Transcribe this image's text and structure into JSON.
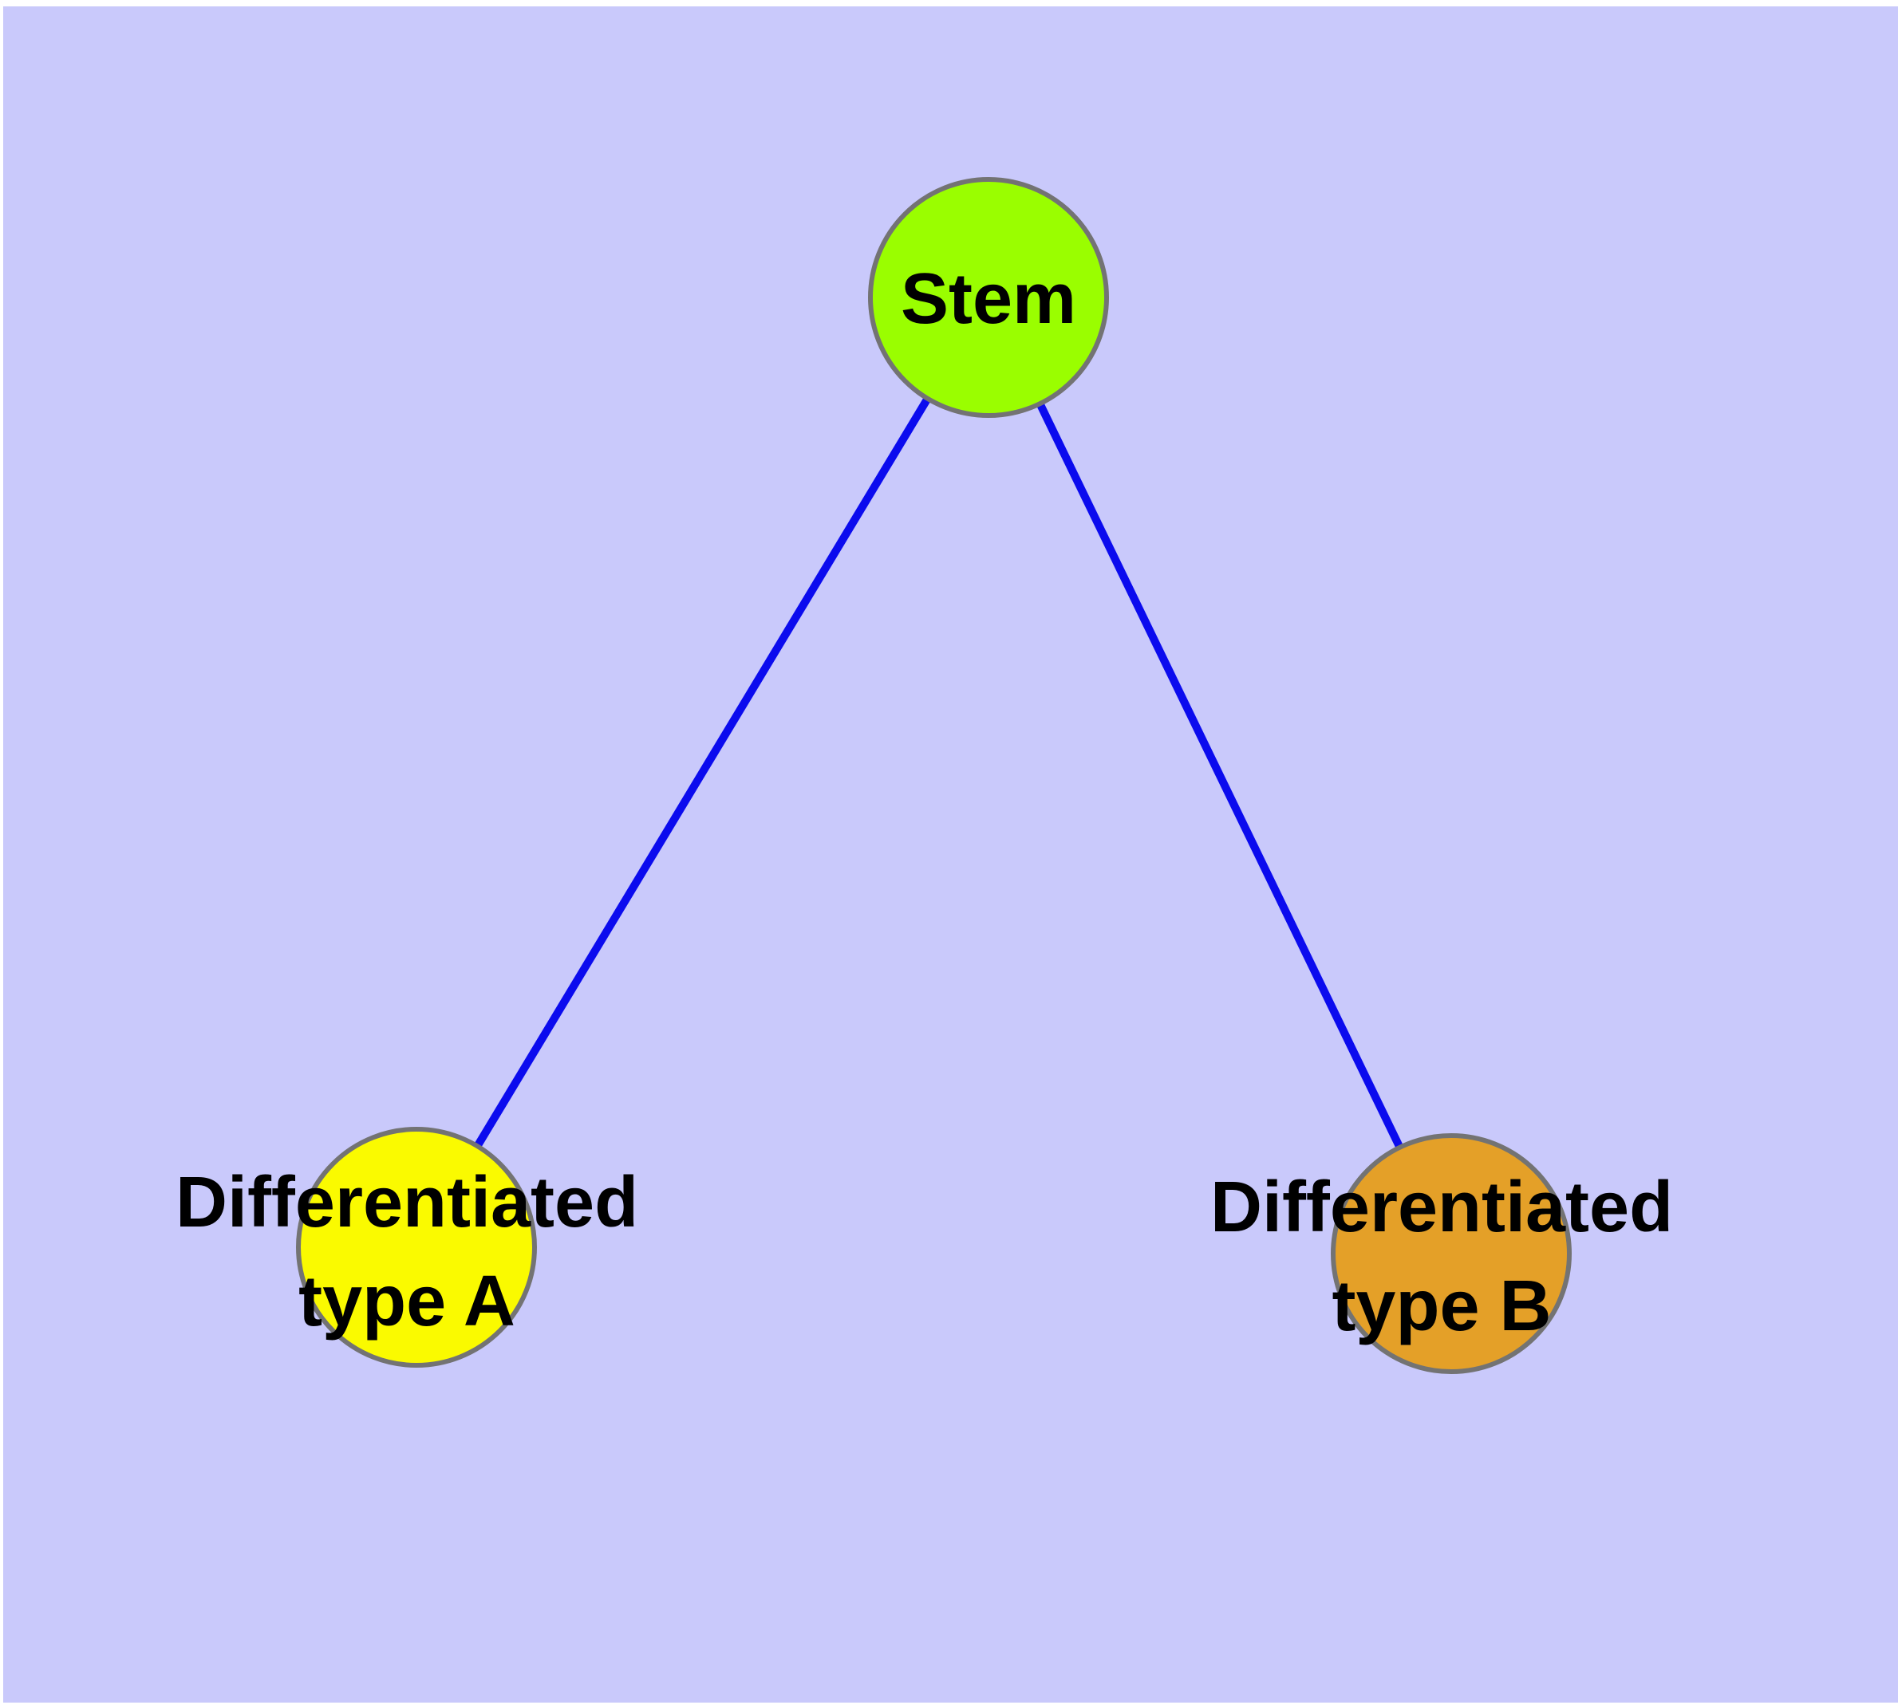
{
  "diagram": {
    "type": "graph",
    "description": "Cell differentiation graph: one stem node connected to two differentiated type nodes",
    "nodes": {
      "stem": {
        "label": "Stem",
        "fill": "#9AFE00"
      },
      "typeA": {
        "label": "Differentiated type A",
        "line1": "Differentiated",
        "line2": "type A",
        "fill": "#FAFA00"
      },
      "typeB": {
        "label": "Differentiated type B",
        "line1": "Differentiated",
        "line2": "type B",
        "fill": "#E4A028"
      }
    },
    "edges": [
      {
        "from": "Stem",
        "to": "Differentiated type A"
      },
      {
        "from": "Stem",
        "to": "Differentiated type B"
      }
    ],
    "colors": {
      "page_background": "#FFFFFF",
      "panel_background": "#C9C9FB",
      "edge": "#0B0BEE",
      "node_border": "#737373",
      "label_text": "#000000"
    }
  }
}
